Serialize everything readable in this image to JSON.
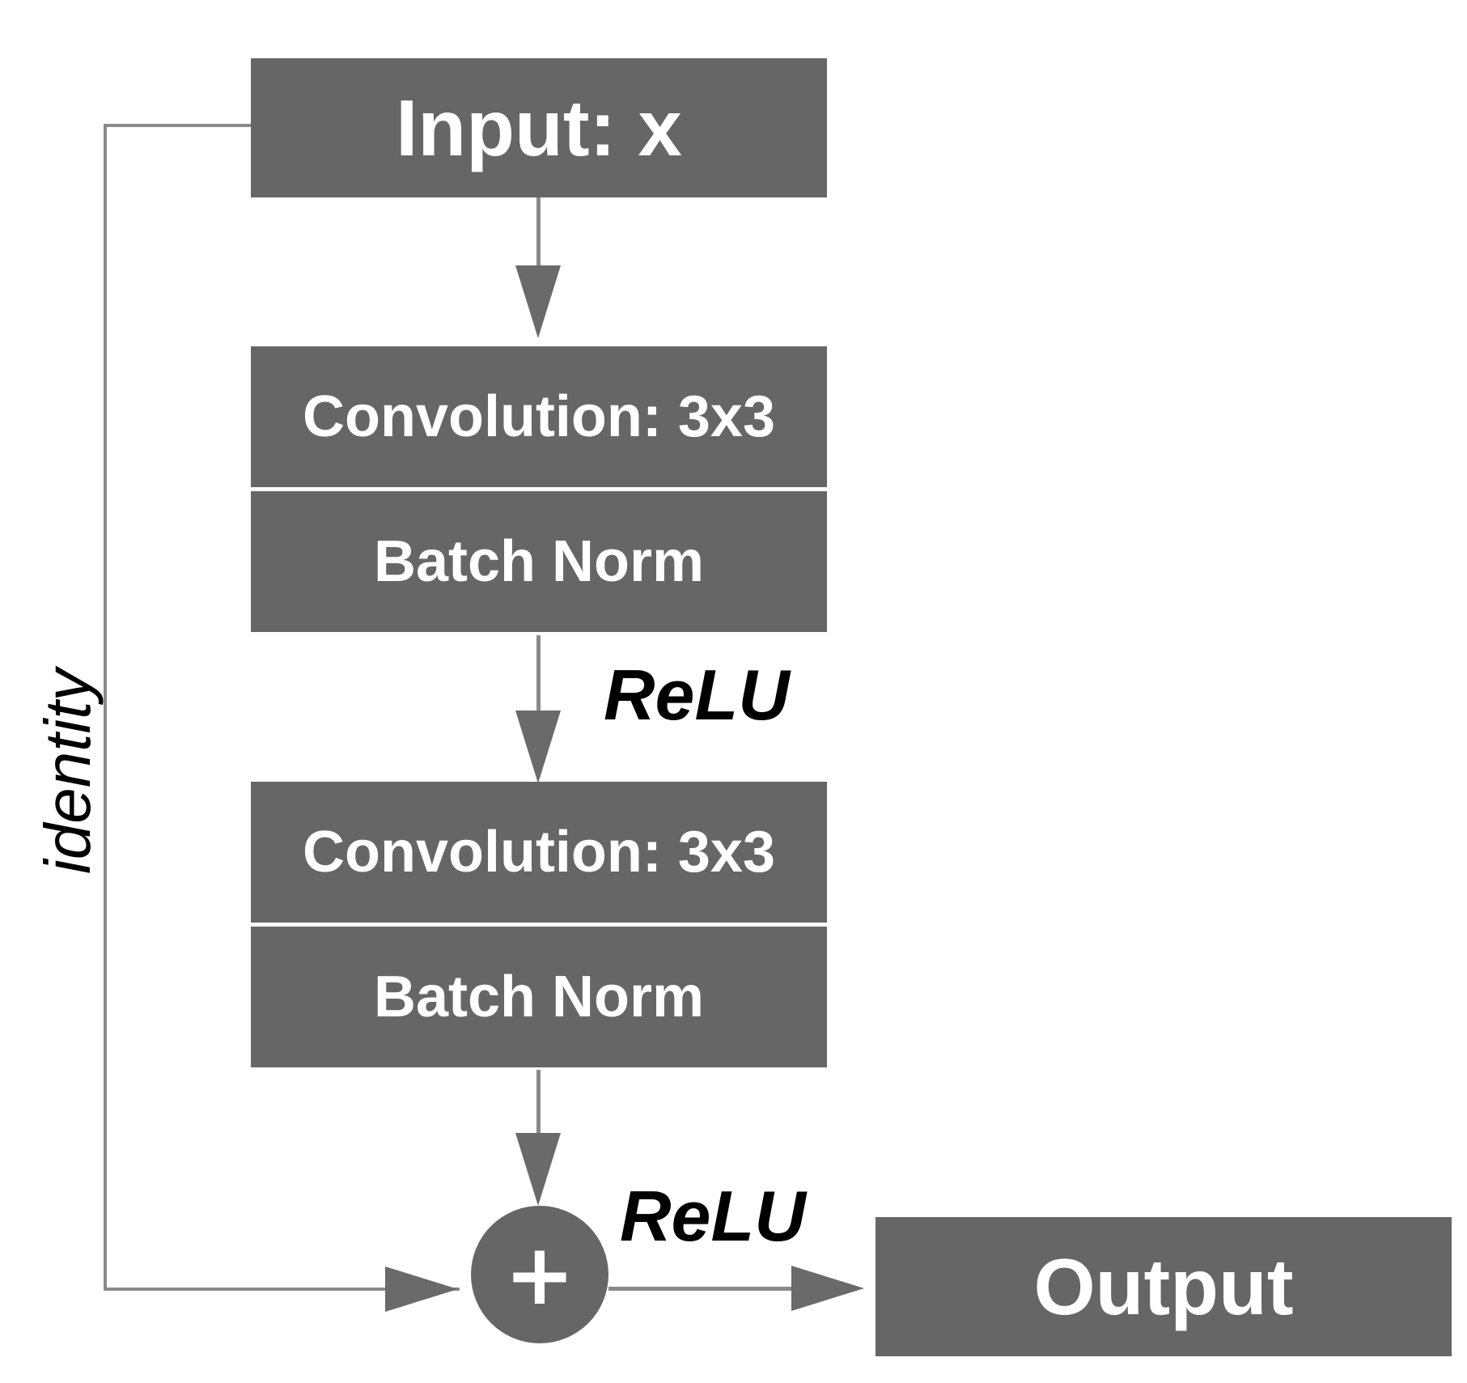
{
  "colors": {
    "block_fill": "#666666",
    "block_text": "#ffffff",
    "connector": "#8a8a8a",
    "arrowhead": "#6a6a6a",
    "label_text": "#000000"
  },
  "diagram": {
    "input_block": {
      "label": "Input: x"
    },
    "conv1_block": {
      "label": "Convolution: 3x3"
    },
    "bn1_block": {
      "label": "Batch Norm"
    },
    "relu1_label": "ReLU",
    "conv2_block": {
      "label": "Convolution: 3x3"
    },
    "bn2_block": {
      "label": "Batch Norm"
    },
    "sum_node": {
      "symbol": "+"
    },
    "relu2_label": "ReLU",
    "output_block": {
      "label": "Output"
    },
    "skip_label": "identity"
  }
}
